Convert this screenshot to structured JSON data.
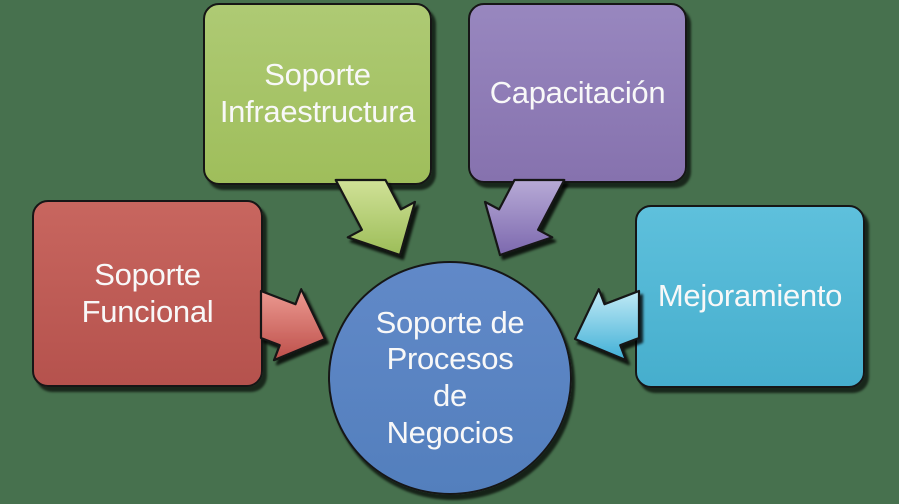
{
  "title": "Soporte de Procesos de Negocios",
  "colors": {
    "background": "#47714e",
    "green_node": "#a4c263",
    "purple_node": "#8f7db8",
    "red_node": "#c05b55",
    "cyan_node": "#52b7d3",
    "center_node": "#5b86c3",
    "outline": "#161616",
    "text": "#f8f8f8"
  },
  "diagram": {
    "center": {
      "label": "Soporte de\nProcesos\nde\nNegocios",
      "color": "#5b86c3",
      "shape": "circle"
    },
    "nodes": [
      {
        "label": "Soporte\nInfraestructura",
        "color": "#a4c263",
        "position": "top-left"
      },
      {
        "label": "Capacitación",
        "color": "#8f7db8",
        "position": "top-right"
      },
      {
        "label": "Soporte\nFuncional",
        "color": "#c05b55",
        "position": "left"
      },
      {
        "label": "Mejoramiento",
        "color": "#52b7d3",
        "position": "right"
      }
    ],
    "arrows": [
      {
        "from": "Soporte Infraestructura",
        "to": "center",
        "direction": "down-right",
        "color": "#a4c263"
      },
      {
        "from": "Capacitación",
        "to": "center",
        "direction": "down-left",
        "color": "#8f7db8"
      },
      {
        "from": "Soporte Funcional",
        "to": "center",
        "direction": "right-down",
        "color": "#c05b55"
      },
      {
        "from": "Mejoramiento",
        "to": "center",
        "direction": "left-down",
        "color": "#52b7d3"
      }
    ]
  }
}
